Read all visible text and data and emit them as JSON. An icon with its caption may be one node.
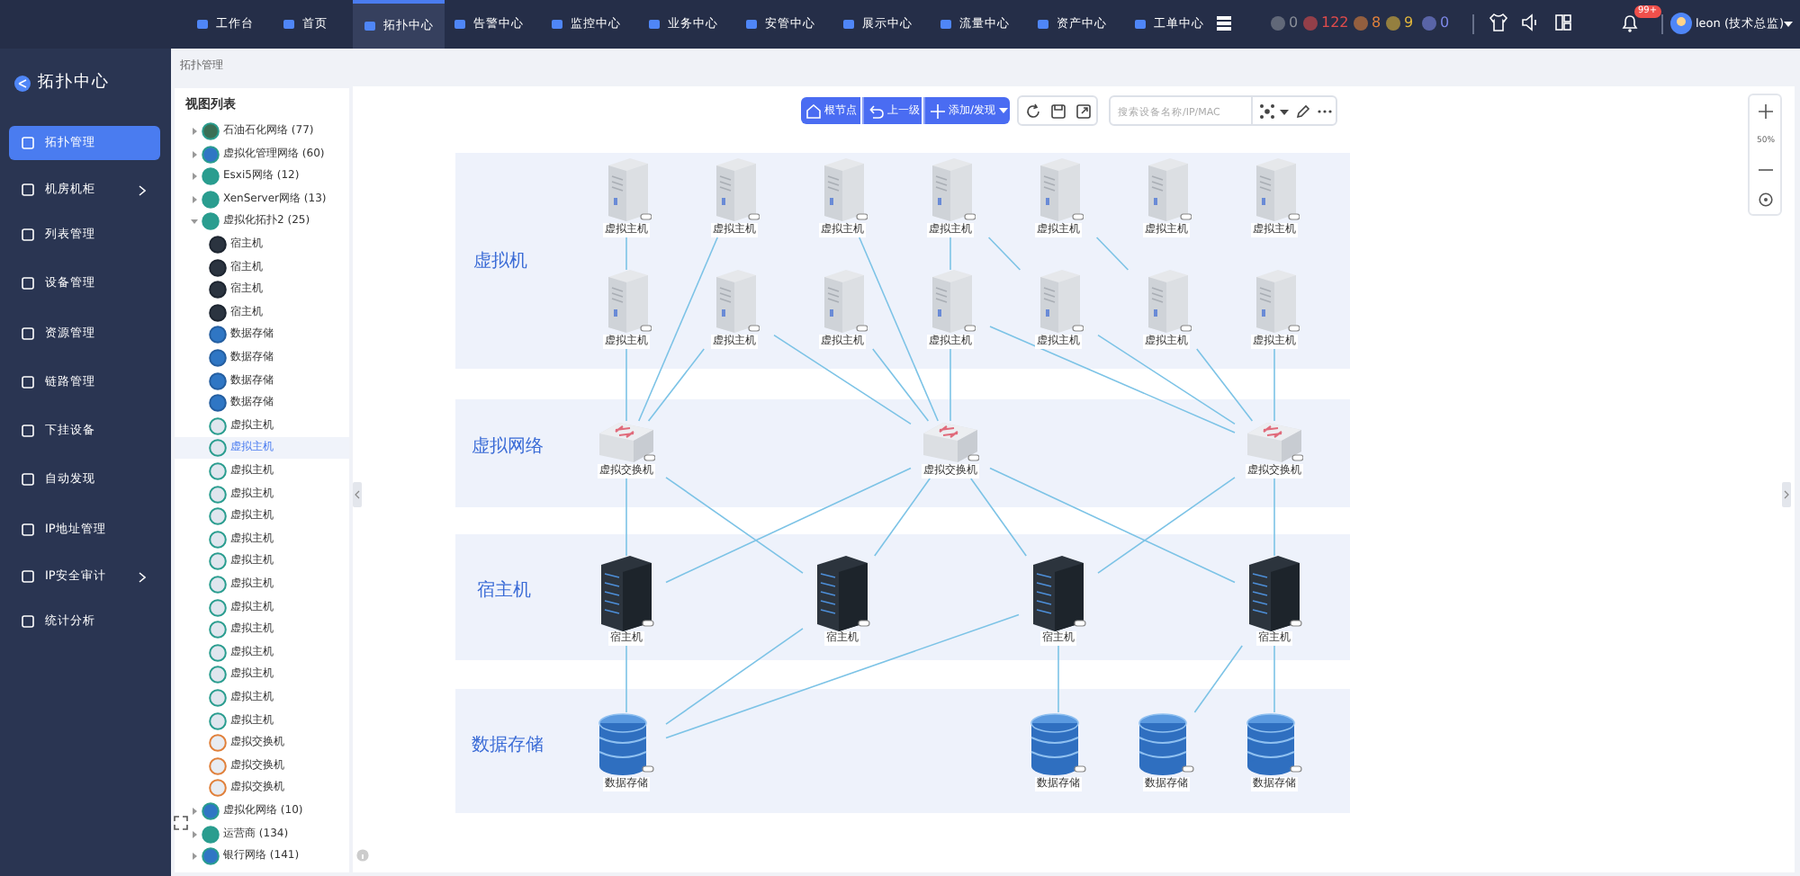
{
  "diagram": {
    "nodes": [
      {
        "text": [
          "虚拟机"
        ]
      },
      {
        "text": [
          "虚拟主机"
        ],
        "in": 0
      },
      {
        "text": [
          "虚拟主机"
        ],
        "in": 0
      },
      {
        "text": [
          "虚拟主机"
        ],
        "in": 0
      },
      {
        "text": [
          "虚拟主机"
        ],
        "in": 0
      },
      {
        "text": [
          "虚拟主机"
        ],
        "in": 0
      },
      {
        "text": [
          "虚拟主机"
        ],
        "in": 0
      },
      {
        "text": [
          "虚拟主机"
        ],
        "in": 0
      },
      {
        "text": [
          "虚拟主机"
        ],
        "in": 0
      },
      {
        "text": [
          "虚拟主机"
        ],
        "in": 0
      },
      {
        "text": [
          "虚拟主机"
        ],
        "in": 0
      },
      {
        "text": [
          "虚拟主机"
        ],
        "in": 0
      },
      {
        "text": [
          "虚拟主机"
        ],
        "in": 0
      },
      {
        "text": [
          "虚拟主机"
        ],
        "in": 0
      },
      {
        "text": [
          "虚拟主机"
        ],
        "in": 0
      },
      {
        "text": [
          "虚拟网络"
        ]
      },
      {
        "text": [
          "虚拟交换机"
        ],
        "in": 15
      },
      {
        "text": [
          "虚拟交换机"
        ],
        "in": 15
      },
      {
        "text": [
          "虚拟交换机"
        ],
        "in": 15
      },
      {
        "text": [
          "宿主机"
        ]
      },
      {
        "text": [
          "宿主机"
        ],
        "in": 19
      },
      {
        "text": [
          "宿主机"
        ],
        "in": 19
      },
      {
        "text": [
          "宿主机"
        ],
        "in": 19
      },
      {
        "text": [
          "宿主机"
        ],
        "in": 19
      },
      {
        "text": [
          "数据存储"
        ]
      },
      {
        "text": [
          "数据存储"
        ],
        "in": 24
      },
      {
        "text": [
          "数据存储"
        ],
        "in": 24
      },
      {
        "text": [
          "数据存储"
        ],
        "in": 24
      },
      {
        "text": [
          "数据存储"
        ],
        "in": 24
      }
    ],
    "edges": [
      {
        "from": 1,
        "to": 8,
        "arrow": "none"
      },
      {
        "from": 8,
        "to": 16,
        "arrow": "none"
      },
      {
        "from": 2,
        "to": 16,
        "arrow": "none"
      },
      {
        "from": 9,
        "to": 16,
        "arrow": "none"
      },
      {
        "from": 3,
        "to": 17,
        "arrow": "none"
      },
      {
        "from": 4,
        "to": 11,
        "arrow": "none"
      },
      {
        "from": 11,
        "to": 17,
        "arrow": "none"
      },
      {
        "from": 9,
        "to": 17,
        "arrow": "none"
      },
      {
        "from": 10,
        "to": 17,
        "arrow": "none"
      },
      {
        "from": 4,
        "to": 12,
        "arrow": "none"
      },
      {
        "from": 5,
        "to": 13,
        "arrow": "none"
      },
      {
        "from": 11,
        "to": 18,
        "arrow": "none"
      },
      {
        "from": 12,
        "to": 18,
        "arrow": "none"
      },
      {
        "from": 13,
        "to": 18,
        "arrow": "none"
      },
      {
        "from": 14,
        "to": 18,
        "arrow": "none"
      },
      {
        "from": 16,
        "to": 20,
        "arrow": "none"
      },
      {
        "from": 16,
        "to": 21,
        "arrow": "none"
      },
      {
        "from": 17,
        "to": 20,
        "arrow": "none"
      },
      {
        "from": 17,
        "to": 21,
        "arrow": "none"
      },
      {
        "from": 17,
        "to": 22,
        "arrow": "none"
      },
      {
        "from": 17,
        "to": 23,
        "arrow": "none"
      },
      {
        "from": 18,
        "to": 22,
        "arrow": "none"
      },
      {
        "from": 18,
        "to": 23,
        "arrow": "none"
      },
      {
        "from": 20,
        "to": 25,
        "arrow": "none"
      },
      {
        "from": 21,
        "to": 25,
        "arrow": "none"
      },
      {
        "from": 22,
        "to": 25,
        "arrow": "none"
      },
      {
        "from": 22,
        "to": 26,
        "arrow": "none"
      },
      {
        "from": 23,
        "to": 27,
        "arrow": "none"
      },
      {
        "from": 23,
        "to": 28,
        "arrow": "none"
      }
    ],
    "labels": [
      "工作台",
      "首页",
      "拓扑中心",
      "告警中心",
      "监控中心",
      "业务中心",
      "安管中心",
      "展示中心",
      "流量中心",
      "资产中心",
      "工单中心",
      "0",
      "122",
      "8",
      "9",
      "0",
      "99+",
      "leon (技术总监)",
      "拓扑中心",
      "拓扑管理",
      "机房机柜",
      "列表管理",
      "设备管理",
      "资源管理",
      "链路管理",
      "下挂设备",
      "自动发现",
      "IP地址管理",
      "IP安全审计",
      "统计分析",
      "拓扑管理",
      "视图列表",
      "石油石化网络 (77)",
      "虚拟化管理网络 (60)",
      "Esxi5网络 (12)",
      "XenServer网络 (13)",
      "虚拟化拓扑2 (25)",
      "宿主机",
      "宿主机",
      "宿主机",
      "宿主机",
      "数据存储",
      "数据存储",
      "数据存储",
      "数据存储",
      "虚拟主机",
      "虚拟主机",
      "虚拟主机",
      "虚拟主机",
      "虚拟主机",
      "虚拟主机",
      "虚拟主机",
      "虚拟主机",
      "虚拟主机",
      "虚拟主机",
      "虚拟主机",
      "虚拟主机",
      "虚拟主机",
      "虚拟主机",
      "虚拟交换机",
      "虚拟交换机",
      "虚拟交换机",
      "虚拟化网络 (10)",
      "运营商 (134)",
      "银行网络 (141)",
      "根节点",
      "上一级",
      "添加/发现",
      "搜索设备名称/IP/MAC",
      "50%"
    ]
  }
}
